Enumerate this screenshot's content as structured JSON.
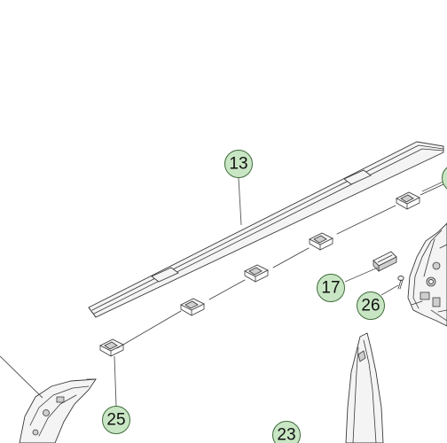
{
  "callouts": {
    "c13": "13",
    "c17": "17",
    "c23": "23",
    "c25": "25",
    "c26": "26"
  },
  "colors": {
    "callout_fill": "#c9e6c4",
    "callout_stroke": "#3e6b3a",
    "line_art": "#3a3a3a",
    "background": "#ffffff"
  }
}
